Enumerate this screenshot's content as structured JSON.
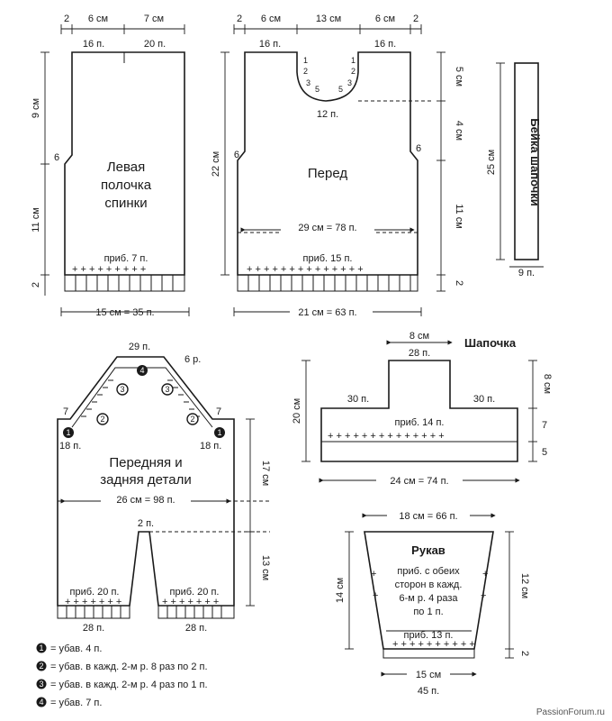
{
  "back_left": {
    "title_line1": "Левая",
    "title_line2": "полочка",
    "title_line3": "спинки",
    "top_dims": [
      "2",
      "6 см",
      "7 см"
    ],
    "top_stitches": [
      "16 п.",
      "20 п."
    ],
    "left_dims": [
      "9 см",
      "11 см",
      "2"
    ],
    "bind_marker": "6",
    "increase": "приб. 7 п.",
    "bottom": "15 см = 35 п."
  },
  "front": {
    "title": "Перед",
    "top_dims": [
      "2",
      "6 см",
      "13 см",
      "6 см",
      "2"
    ],
    "top_stitches": [
      "16 п.",
      "16 п."
    ],
    "neck_steps_left": [
      "1",
      "2",
      "3",
      "5"
    ],
    "neck_steps_right": [
      "1",
      "2",
      "3",
      "5"
    ],
    "neck_center": "12 п.",
    "left_height": "22 см",
    "right_dims": [
      "5 см",
      "4 см",
      "11 см",
      "2"
    ],
    "side_markers": [
      "6",
      "6"
    ],
    "width": "29 см = 78 п.",
    "increase": "приб. 15 п.",
    "bottom": "21 см = 63 п."
  },
  "band": {
    "title": "Бейка шапочки",
    "height": "25 см",
    "bottom": "9 п."
  },
  "overalls": {
    "title_line1": "Передняя и",
    "title_line2": "задняя детали",
    "top": "29 п.",
    "top_rows": "6 р.",
    "side_markers": [
      "7",
      "7"
    ],
    "shoulder_stitches": [
      "18 п.",
      "18 п."
    ],
    "width": "26 см = 98 п.",
    "crotch": "2 п.",
    "right_dims": [
      "17 см",
      "13 см"
    ],
    "increase_left": "приб. 20 п.",
    "increase_right": "приб. 20 п.",
    "bottom_left": "28 п.",
    "bottom_right": "28 п."
  },
  "hat": {
    "title": "Шапочка",
    "top_width": "8 см",
    "top_stitches": "28 п.",
    "side_stitches": [
      "30 п.",
      "30 п."
    ],
    "left_height": "20 см",
    "right_dims": [
      "8 см",
      "7",
      "5"
    ],
    "increase": "приб. 14 п.",
    "bottom": "24 см = 74 п."
  },
  "sleeve": {
    "title": "Рукав",
    "top": "18 см = 66 п.",
    "note_line1": "приб. с обеих",
    "note_line2": "сторон в кажд.",
    "note_line3": "6-м р. 4 раза",
    "note_line4": "по 1 п.",
    "increase": "приб. 13 п.",
    "left_height": "14 см",
    "right_dims": [
      "12 см",
      "2"
    ],
    "bottom_cm": "15 см",
    "bottom_stitches": "45 п."
  },
  "legend": [
    {
      "marker": "1",
      "text": "= убав. 4 п."
    },
    {
      "marker": "2",
      "text": "= убав. в кажд. 2-м р. 8 раз по 2 п."
    },
    {
      "marker": "3",
      "text": "= убав. в кажд. 2-м р. 4 раз по 1 п."
    },
    {
      "marker": "4",
      "text": "= убав. 7 п."
    }
  ],
  "watermark": "PassionForum.ru"
}
